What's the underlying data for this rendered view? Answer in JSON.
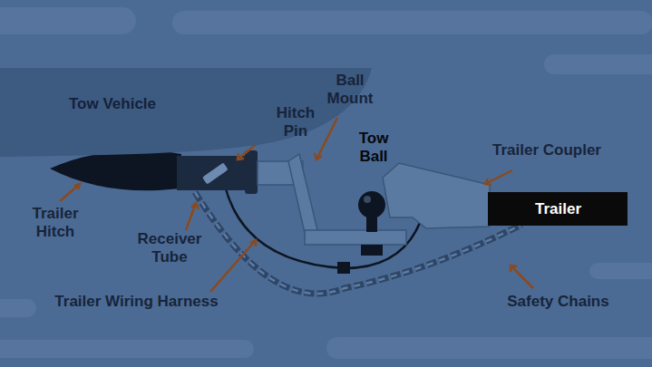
{
  "diagram": {
    "nodes": [
      {
        "text": [
          "Tow Vehicle"
        ]
      },
      {
        "text": [
          "Trailer"
        ]
      }
    ],
    "labels": [
      "Trailer Hitch",
      "Hitch Pin",
      "Ball Mount",
      "Tow Ball",
      "Trailer Coupler",
      "Receiver Tube",
      "Trailer Wiring Harness",
      "Safety Chains"
    ]
  }
}
